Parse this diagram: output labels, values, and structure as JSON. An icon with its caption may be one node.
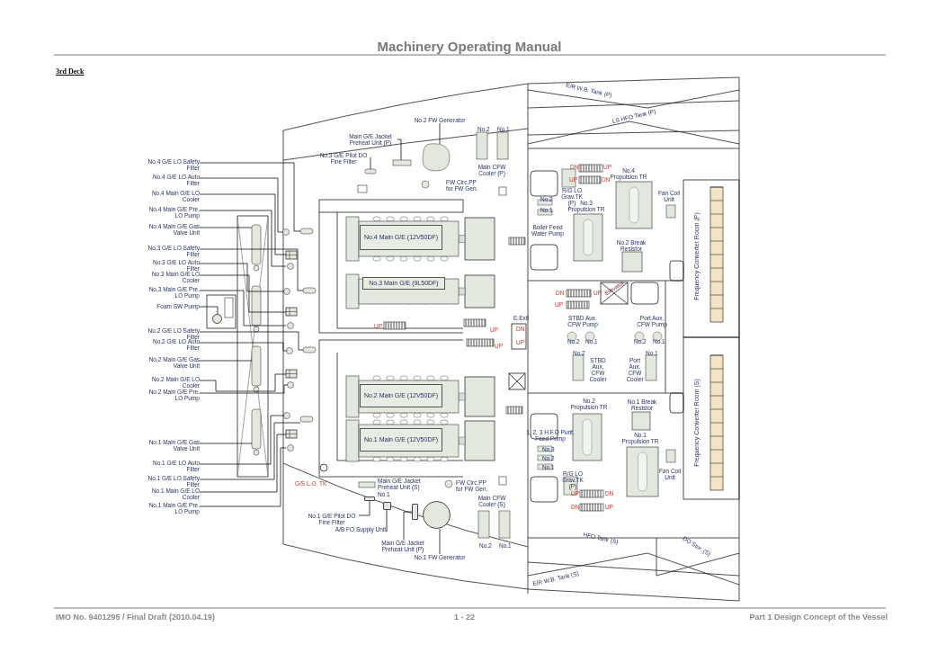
{
  "diagram": {
    "title": "Machinery Operating Manual",
    "nodes": [
      {
        "text": [
          "No.4 G/E LO Safety Filter"
        ]
      },
      {
        "text": [
          "No.4 G/E LO Auto Filter"
        ]
      },
      {
        "text": [
          "No.4 Main G/E LO Cooler"
        ]
      },
      {
        "text": [
          "No.4 Main G/E Pre. LO Pump"
        ]
      },
      {
        "text": [
          "No.4 Main G/E Gas Valve Unit"
        ]
      },
      {
        "text": [
          "No.3 G/E LO Safety Filter"
        ]
      },
      {
        "text": [
          "No.3 G/E LO Auto Filter"
        ]
      },
      {
        "text": [
          "No.3 Main G/E LO Cooler"
        ]
      },
      {
        "text": [
          "No.3 Main G/E Pre. LO Pump"
        ]
      },
      {
        "text": [
          "Foam SW Pump"
        ]
      },
      {
        "text": [
          "No.2 G/E LO Safety Filter"
        ]
      },
      {
        "text": [
          "No.2 G/E LO Auto Filter"
        ]
      },
      {
        "text": [
          "No.2 Main G/E Gas Valve Unit"
        ]
      },
      {
        "text": [
          "No.2 Main G/E LO Cooler"
        ]
      },
      {
        "text": [
          "No.2 Main G/E Pre. LO Pump"
        ]
      },
      {
        "text": [
          "No.1 Main G/E Gas Valve Unit"
        ]
      },
      {
        "text": [
          "No.1 G/E LO Auto Filter"
        ]
      },
      {
        "text": [
          "No.1 G/E LO Safety Filter"
        ]
      },
      {
        "text": [
          "No.1 Main G/E LO Cooler"
        ]
      },
      {
        "text": [
          "No.1 Main G/E Pre. LO Pump"
        ]
      },
      {
        "text": [
          "Main G/E Jacket Preheat Unit (P)"
        ]
      },
      {
        "text": [
          "No.3 G/E Pilot DO Fine Filter"
        ]
      },
      {
        "text": [
          "No.2 FW Generator"
        ]
      },
      {
        "text": [
          "No.1 G/E Pilot DO Fine Filter"
        ]
      },
      {
        "text": [
          "A/B FO Supply Unit"
        ]
      },
      {
        "text": [
          "Main G/E Jacket Preheat Unit (P)"
        ]
      },
      {
        "text": [
          "No.1 FW Generator"
        ]
      },
      {
        "text": [
          "No.4 Main G/E (12V50DF)"
        ]
      },
      {
        "text": [
          "No.3 Main G/E (9L50DF)"
        ]
      },
      {
        "text": [
          "No.2 Main G/E (12V50DF)"
        ]
      },
      {
        "text": [
          "No.1 Main G/E (12V50DF)"
        ]
      },
      {
        "text": [],
        "shape": "box"
      },
      {
        "text": [],
        "shape": "box"
      },
      {
        "text": [],
        "shape": "circle"
      },
      {
        "text": [],
        "shape": "box"
      },
      {
        "text": [],
        "shape": "circle"
      }
    ],
    "edges": [
      {
        "from": 0,
        "to": null,
        "arrow": "none"
      },
      {
        "from": 1,
        "to": null,
        "arrow": "none"
      },
      {
        "from": 2,
        "to": null,
        "arrow": "none"
      },
      {
        "from": 3,
        "to": null,
        "arrow": "none"
      },
      {
        "from": 4,
        "to": null,
        "arrow": "none"
      },
      {
        "from": 5,
        "to": null,
        "arrow": "none"
      },
      {
        "from": 6,
        "to": null,
        "arrow": "none"
      },
      {
        "from": 7,
        "to": null,
        "arrow": "none"
      },
      {
        "from": 8,
        "to": null,
        "arrow": "none"
      },
      {
        "from": 9,
        "to": 35,
        "arrow": "none"
      },
      {
        "from": 10,
        "to": null,
        "arrow": "none"
      },
      {
        "from": 11,
        "to": null,
        "arrow": "none"
      },
      {
        "from": 12,
        "to": null,
        "arrow": "none"
      },
      {
        "from": 13,
        "to": null,
        "arrow": "none"
      },
      {
        "from": 14,
        "to": null,
        "arrow": "none"
      },
      {
        "from": 15,
        "to": null,
        "arrow": "none"
      },
      {
        "from": 16,
        "to": null,
        "arrow": "none"
      },
      {
        "from": 17,
        "to": null,
        "arrow": "none"
      },
      {
        "from": 18,
        "to": null,
        "arrow": "none"
      },
      {
        "from": 19,
        "to": null,
        "arrow": "none"
      },
      {
        "from": 20,
        "to": null,
        "arrow": "none"
      },
      {
        "from": 21,
        "to": null,
        "arrow": "none"
      },
      {
        "from": 22,
        "to": null,
        "arrow": "none"
      },
      {
        "from": 23,
        "to": 31,
        "arrow": "none"
      },
      {
        "from": 24,
        "to": 32,
        "arrow": "none"
      },
      {
        "from": 25,
        "to": 34,
        "arrow": "none"
      },
      {
        "from": 26,
        "to": 33,
        "arrow": "none"
      }
    ],
    "labels": [
      "3rd Deck",
      "E/R W.B. Tank (P)",
      "LS HFO Tank (P)",
      "No.2",
      "No.1",
      "Main CFW Cooler (P)",
      "FW Circ.PP for FW Gen.",
      "DN",
      "UP",
      "UP",
      "DN",
      "R/G LO Grav.TK (P)",
      "No.4 Propulsion TR",
      "Fan Coil Unit",
      "No.2",
      "No.1",
      "No.3 Propulsion TR",
      "Boiler Feed Water Pump",
      "No.2 Break Resistor",
      "Frequency Converter Room (P)",
      "UP",
      "UP",
      "UP",
      "E.Exit",
      "DN",
      "UP",
      "DN",
      "UP",
      "UP",
      "Elevator",
      "STBD Aux. CFW Pump",
      "No.2",
      "No.1",
      "Port Aux. CFW Pump",
      "No.2",
      "No.1",
      "No.2",
      "STBD Aux. CFW Cooler",
      "Port Aux. CFW Cooler",
      "No.1",
      "No.2 Propulsion TR",
      "No.1 Break Resistor",
      "Frequency Converter Room (S)",
      "1, 2, 3 H.F.O Purif. Feed Pump",
      "No.3",
      "No.2",
      "No.1",
      "No.1 Propulsion TR",
      "Fan Coil Unit",
      "R/G LO Grav.TK (P)",
      "UP",
      "DN",
      "DN",
      "UP",
      "G/S L.O. TK",
      "Main G/E Jacket Preheat Unit (S)",
      "FW Circ.PP for FW Gen.",
      "No.1",
      "Main CFW Cooler (S)",
      "No.2",
      "No.1",
      "HFO Tank (S)",
      "DO Stor. (S)",
      "E/R W.B. Tank (S)",
      "IMO No. 9401295 / Final Draft (2010.04.19)",
      "1 - 22",
      "Part 1 Design Concept of the Vessel"
    ]
  }
}
